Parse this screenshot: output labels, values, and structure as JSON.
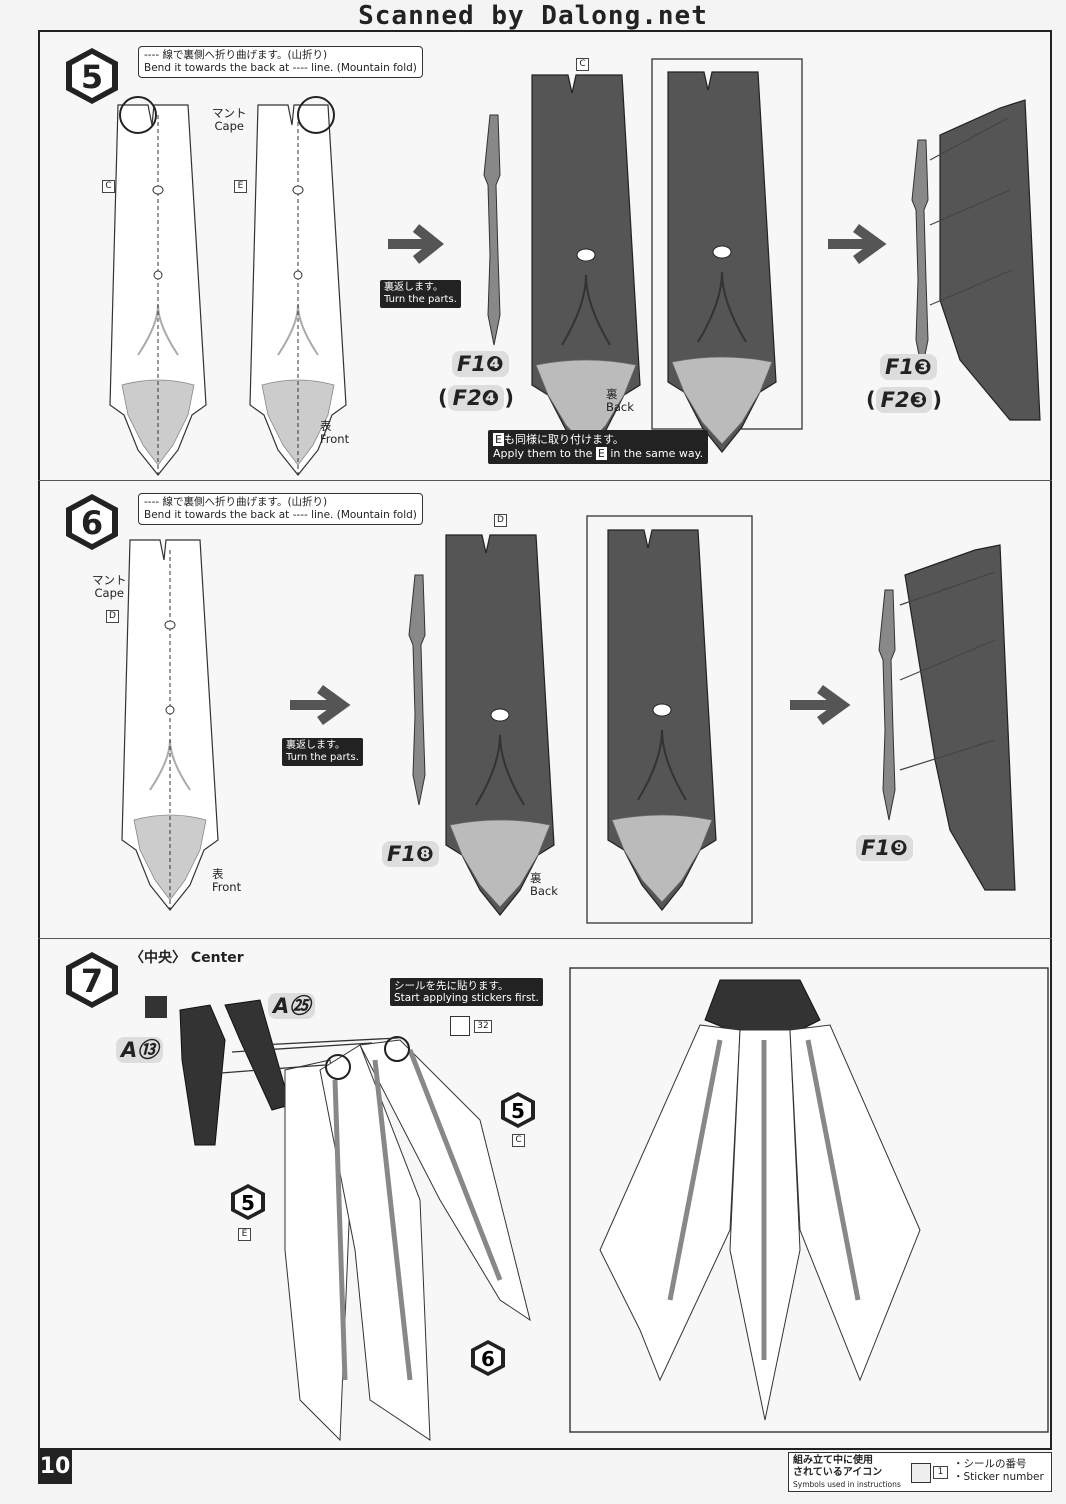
{
  "banner": "Scanned by Dalong.net",
  "page_number": "10",
  "step5": {
    "number": "5",
    "fold_note_ja": "---- 線で裏側へ折り曲げます。(山折り)",
    "fold_note_en": "Bend it towards the back at ---- line. (Mountain fold)",
    "cape_ja": "マント",
    "cape_en": "Cape",
    "part_c": "C",
    "part_e": "E",
    "front_ja": "表",
    "front_en": "Front",
    "turn_ja": "裏返します。",
    "turn_en": "Turn the parts.",
    "code1": "F1",
    "code1_num": "❹",
    "code2": "F2",
    "code2_num": "❹",
    "code3": "F1",
    "code3_num": "❸",
    "code4": "F2",
    "code4_num": "❸",
    "back_ja": "裏",
    "back_en": "Back",
    "same_ja_pre": "",
    "same_box": "E",
    "same_ja": "も同様に取り付けます。",
    "same_en_pre": "Apply them to the",
    "same_en_post": "in the same way."
  },
  "step6": {
    "number": "6",
    "fold_note_ja": "---- 線で裏側へ折り曲げます。(山折り)",
    "fold_note_en": "Bend it towards the back at ---- line. (Mountain fold)",
    "cape_ja": "マント",
    "cape_en": "Cape",
    "part_d": "D",
    "front_ja": "表",
    "front_en": "Front",
    "turn_ja": "裏返します。",
    "turn_en": "Turn the parts.",
    "code1": "F1",
    "code1_num": "❽",
    "code2": "F1",
    "code2_num": "❾",
    "back_ja": "裏",
    "back_en": "Back"
  },
  "step7": {
    "number": "7",
    "title_ja": "〈中央〉",
    "title_en": "Center",
    "sticker_ja": "シールを先に貼ります。",
    "sticker_en": "Start applying stickers first.",
    "sticker_no": "32",
    "code_a25": "A",
    "code_a25_num": "㉕",
    "code_a13": "A",
    "code_a13_num": "⑬",
    "ref5": "5",
    "ref6": "6",
    "part_c": "C",
    "part_e": "E"
  },
  "legend": {
    "title_ja_1": "組み立て中に使用",
    "title_ja_2": "されているアイコン",
    "title_en": "Symbols used in instructions",
    "item_no": "1",
    "item_ja": "・シールの番号",
    "item_en": "・Sticker number"
  }
}
